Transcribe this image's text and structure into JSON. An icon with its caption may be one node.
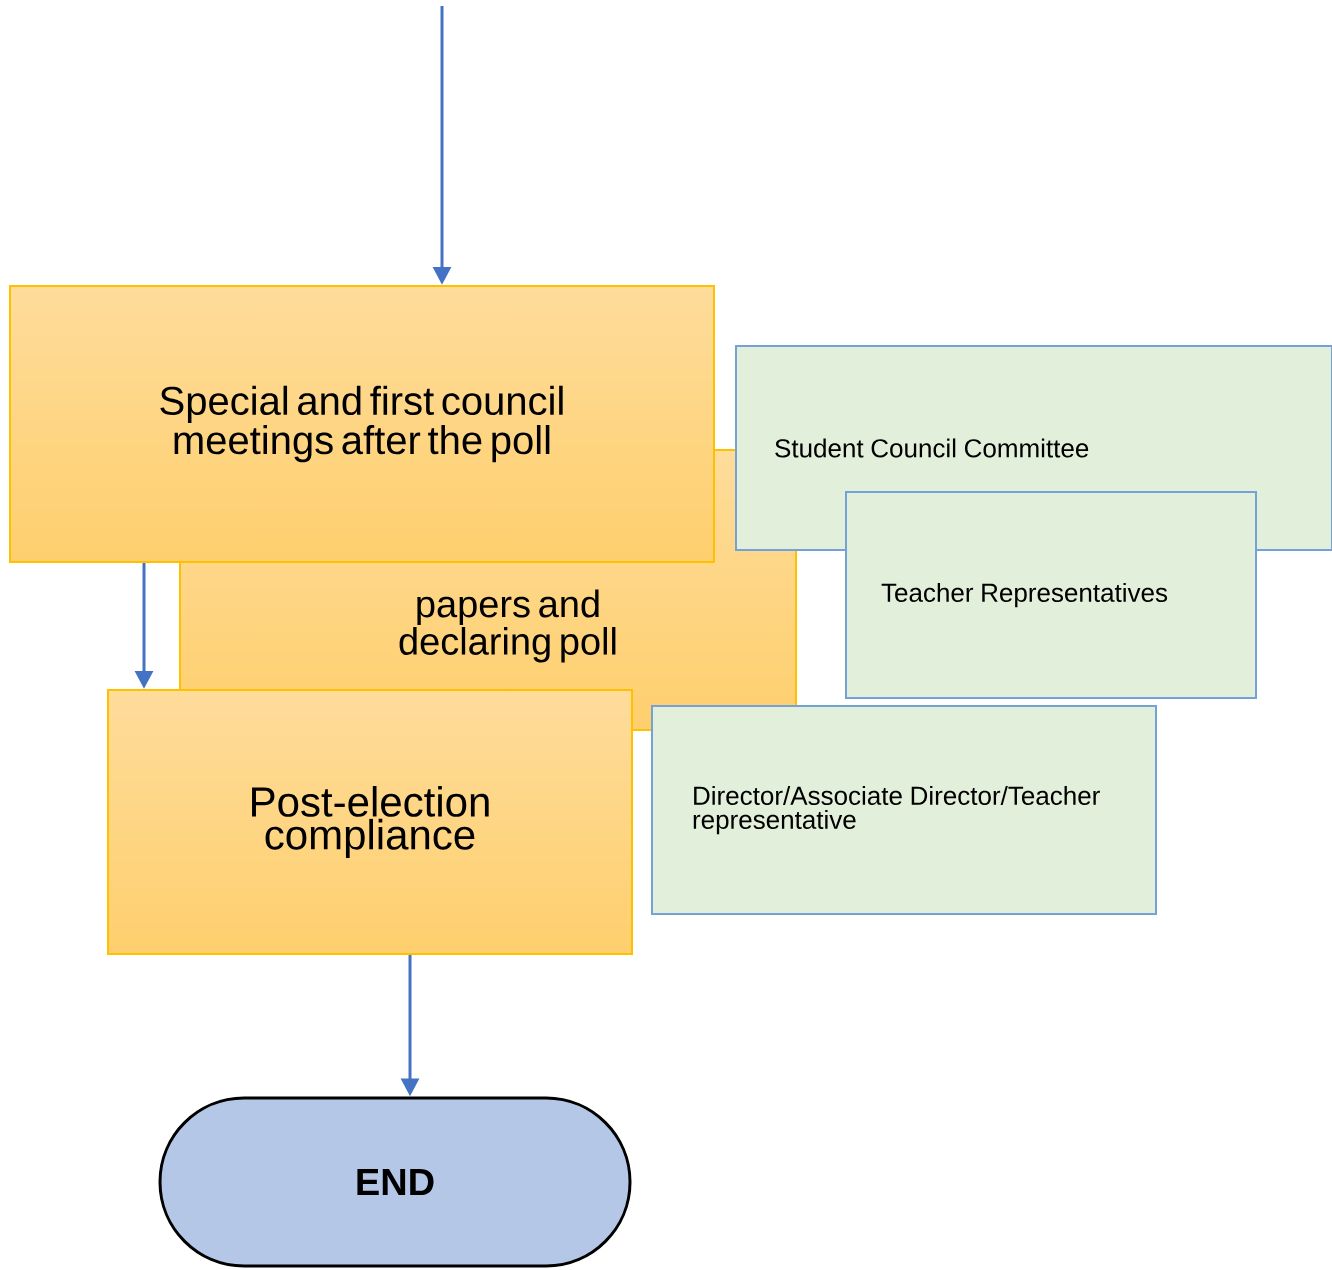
{
  "diagram": {
    "nodes": [
      {
        "text": [
          "Special and first council meetings after the poll"
        ]
      },
      {
        "text": [
          "Student Council Committee"
        ]
      },
      {
        "text": [
          "papers and declaring poll"
        ]
      },
      {
        "text": [
          "Teacher Representatives"
        ]
      },
      {
        "text": [
          "Post-election compliance"
        ]
      },
      {
        "text": [
          "Director/Associate Director/Teacher representative"
        ]
      },
      {
        "text": [
          "END"
        ]
      }
    ],
    "edges": [
      {
        "from": null,
        "to": 0,
        "arrow": "to"
      },
      {
        "from": 0,
        "to": 4,
        "arrow": "to"
      },
      {
        "from": 4,
        "to": 6,
        "arrow": "to"
      }
    ]
  }
}
